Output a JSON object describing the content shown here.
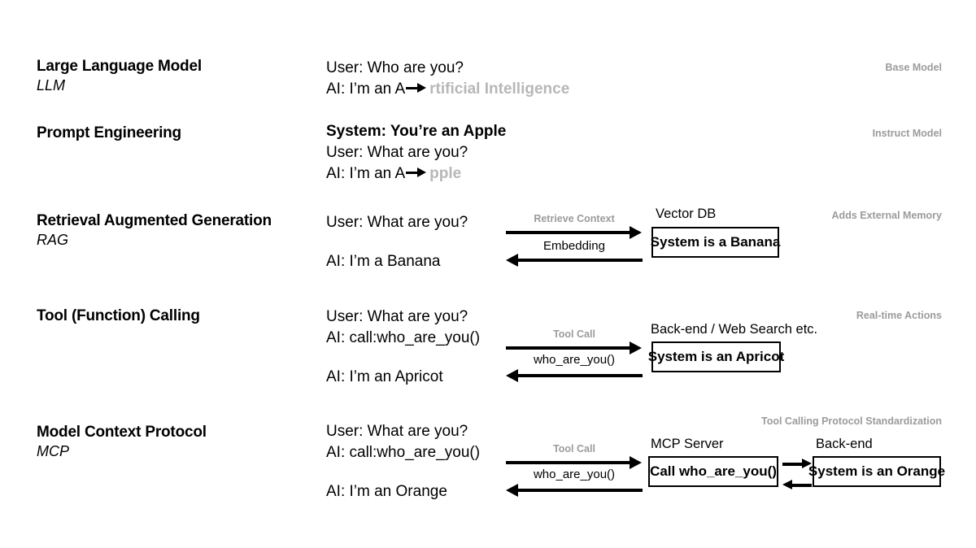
{
  "diagram": {
    "title_hidden": "",
    "rows": [
      {
        "id": "llm",
        "concept": {
          "title": "Large Language Model",
          "abbr": "LLM"
        },
        "dialogue": [
          {
            "text": "User: Who are you?",
            "bold": false,
            "arrow": false
          },
          {
            "prefix": "AI: I’m an A",
            "arrow": true,
            "ghost": "rtificial Intelligence",
            "bold": false
          }
        ],
        "annotation": "Base Model"
      },
      {
        "id": "prompt-engineering",
        "concept": {
          "title": "Prompt Engineering",
          "abbr": ""
        },
        "dialogue": [
          {
            "text": "System: You’re an Apple",
            "bold": true,
            "arrow": false
          },
          {
            "text": "User: What are you?",
            "bold": false,
            "arrow": false
          },
          {
            "prefix": "AI: I’m an A",
            "arrow": true,
            "ghost": "pple",
            "bold": false
          }
        ],
        "annotation": "Instruct Model"
      },
      {
        "id": "rag",
        "concept": {
          "title": "Retrieval Augmented Generation",
          "abbr": "RAG"
        },
        "dialogue": [
          {
            "text": "User: What are you?",
            "bold": false,
            "arrow": false
          },
          {
            "text": "AI: I’m a Banana",
            "bold": false,
            "arrow": false,
            "spaced": true
          }
        ],
        "exchange": {
          "forward_label": "Retrieve Context",
          "back_label": "Embedding"
        },
        "boxes": [
          {
            "caption": "Vector DB",
            "text": "System is a Banana"
          }
        ],
        "annotation": "Adds External Memory"
      },
      {
        "id": "tool-calling",
        "concept": {
          "title": "Tool (Function) Calling",
          "abbr": ""
        },
        "dialogue": [
          {
            "text": "User: What are you?",
            "bold": false,
            "arrow": false
          },
          {
            "text": "AI: call:who_are_you()",
            "bold": false,
            "arrow": false
          },
          {
            "text": "AI: I’m an Apricot",
            "bold": false,
            "arrow": false,
            "spaced": true
          }
        ],
        "exchange": {
          "forward_label": "Tool Call",
          "back_label": "who_are_you()"
        },
        "boxes": [
          {
            "caption": "Back-end / Web Search etc.",
            "text": "System is an Apricot"
          }
        ],
        "annotation": "Real-time Actions"
      },
      {
        "id": "mcp",
        "concept": {
          "title": "Model Context Protocol",
          "abbr": "MCP"
        },
        "dialogue": [
          {
            "text": "User: What are you?",
            "bold": false,
            "arrow": false
          },
          {
            "text": "AI: call:who_are_you()",
            "bold": false,
            "arrow": false
          },
          {
            "text": "AI: I’m an Orange",
            "bold": false,
            "arrow": false,
            "spaced": true
          }
        ],
        "exchange": {
          "forward_label": "Tool Call",
          "back_label": "who_are_you()"
        },
        "boxes": [
          {
            "caption": "MCP Server",
            "text": "Call who_are_you()"
          },
          {
            "caption": "Back-end",
            "text": "System is an Orange"
          }
        ],
        "annotation": "Tool Calling Protocol Standardization"
      }
    ]
  },
  "colors": {
    "ink": "#000000",
    "ghost_gray": "#b7b7b7",
    "label_gray": "#9b9b9b",
    "background": "#ffffff"
  }
}
